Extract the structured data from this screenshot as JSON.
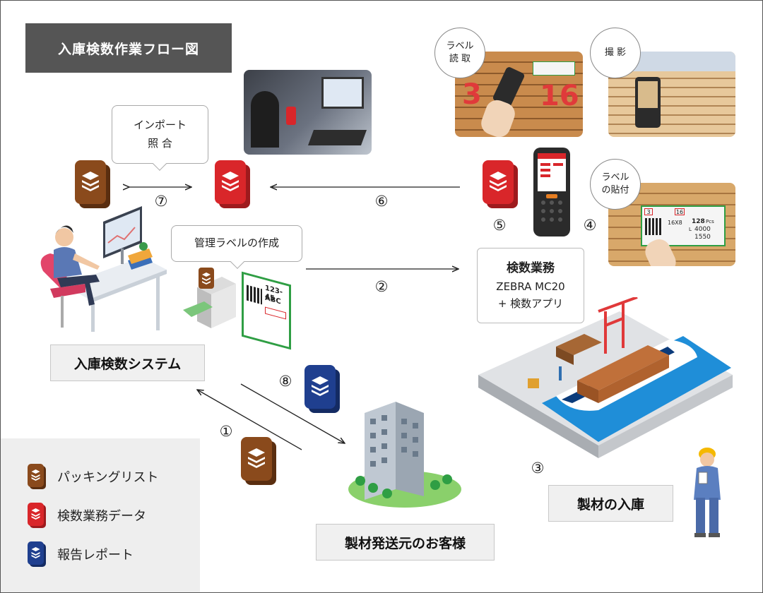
{
  "title": "入庫検数作業フロー図",
  "system_label": "入庫検数システム",
  "customer_label": "製材発送元のお客様",
  "arrival_label": "製材の入庫",
  "inspection": {
    "title": "検数業務",
    "device": "ZEBRA MC20",
    "app": "+ 検数アプリ"
  },
  "callouts": {
    "import_line1": "インポート",
    "import_line2": "照 合",
    "label_create": "管理ラベルの作成"
  },
  "photo_circles": {
    "read_line1": "ラベル",
    "read_line2": "読 取",
    "shoot": "撮 影",
    "attach_line1": "ラベル",
    "attach_line2": "の貼付"
  },
  "steps": {
    "s1": "①",
    "s2": "②",
    "s3": "③",
    "s4": "④",
    "s5": "⑤",
    "s6": "⑥",
    "s7": "⑦",
    "s8": "⑧"
  },
  "printed_label": {
    "line1": "123-45",
    "line2": "ABC"
  },
  "wood_label": {
    "num1": "3",
    "num2": "16",
    "dims": "16X8",
    "pcs": "128",
    "pcs_unit": "Pcs",
    "len": "4000",
    "len_prefix": "L",
    "vol": "1550"
  },
  "legend": [
    {
      "label": "パッキングリスト",
      "color": "#8a4a1c"
    },
    {
      "label": "検数業務データ",
      "color": "#d9262a"
    },
    {
      "label": "報告レポート",
      "color": "#1f3f8f"
    }
  ],
  "colors": {
    "packing": "#8a4a1c",
    "inspection": "#d9262a",
    "report": "#1f3f8f",
    "title_bg": "#555555"
  }
}
